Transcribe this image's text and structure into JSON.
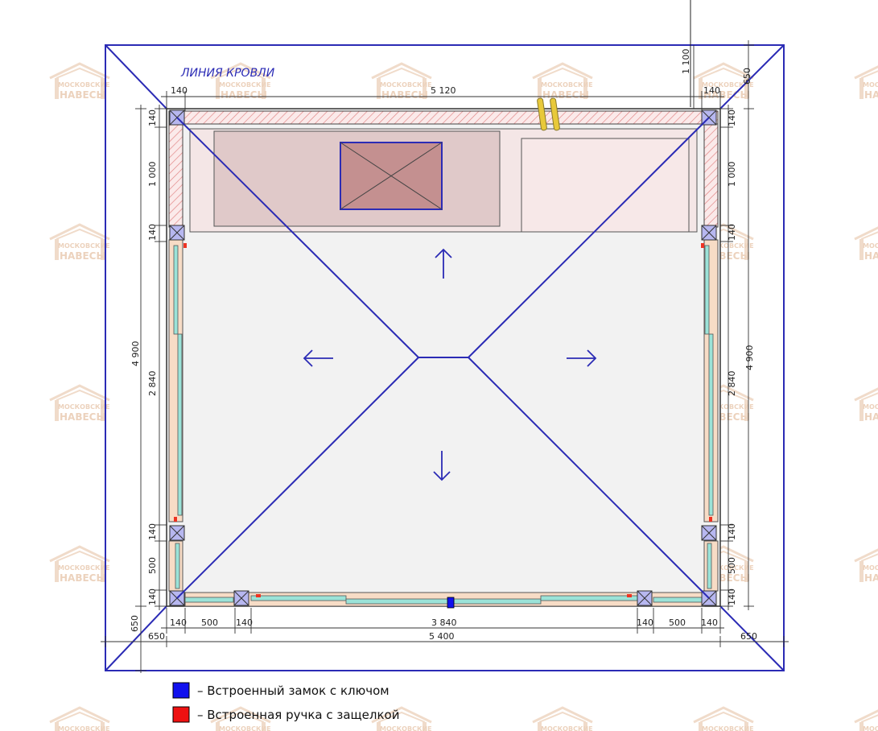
{
  "roof_line_label": "ЛИНИЯ КРОВЛИ",
  "dimensions": {
    "top_width": "5 120",
    "top_left_post": "140",
    "top_right_post": "140",
    "right_overhang_top": "1 100",
    "top_overhang": "650",
    "left_total": "4 900",
    "left_segment_top_post": "140",
    "left_segment_1000": "1 000",
    "left_segment_post_2": "140",
    "left_segment_2840": "2 840",
    "left_segment_post_3": "140",
    "left_segment_500": "500",
    "left_segment_post_4": "140",
    "right_total": "4 900",
    "right_segment_top_post": "140",
    "right_segment_1000": "1 000",
    "right_segment_post_2": "140",
    "right_segment_2840": "2 840",
    "right_segment_post_3": "140",
    "right_segment_500": "500",
    "right_segment_post_4": "140",
    "bottom_left_post": "140",
    "bottom_left_500": "500",
    "bottom_left_post_2": "140",
    "bottom_middle": "3 840",
    "bottom_right_post_2": "140",
    "bottom_right_500": "500",
    "bottom_right_post": "140",
    "bottom_total": "5 400",
    "left_overhang": "650",
    "right_overhang": "650",
    "left_overhang_vertical": "650"
  },
  "watermark": {
    "line1": "МОСКОВСКИЕ",
    "line2": "НАВЕСЫ"
  },
  "legend": [
    {
      "color": "#1111ee",
      "label": "– Встроенный замок с ключом"
    },
    {
      "color": "#ee1111",
      "label": "– Встроенная ручка с защелкой"
    }
  ],
  "colors": {
    "roof_line": "#2b2bb5",
    "floor": "#f2f2f2",
    "hatch": "#e07a7a",
    "glass": "#9be3d8",
    "frame": "#f7dcc6",
    "cabinet_left": "#e0c9c9",
    "cabinet_right": "#f7e8e8",
    "sink": "#c49090"
  }
}
